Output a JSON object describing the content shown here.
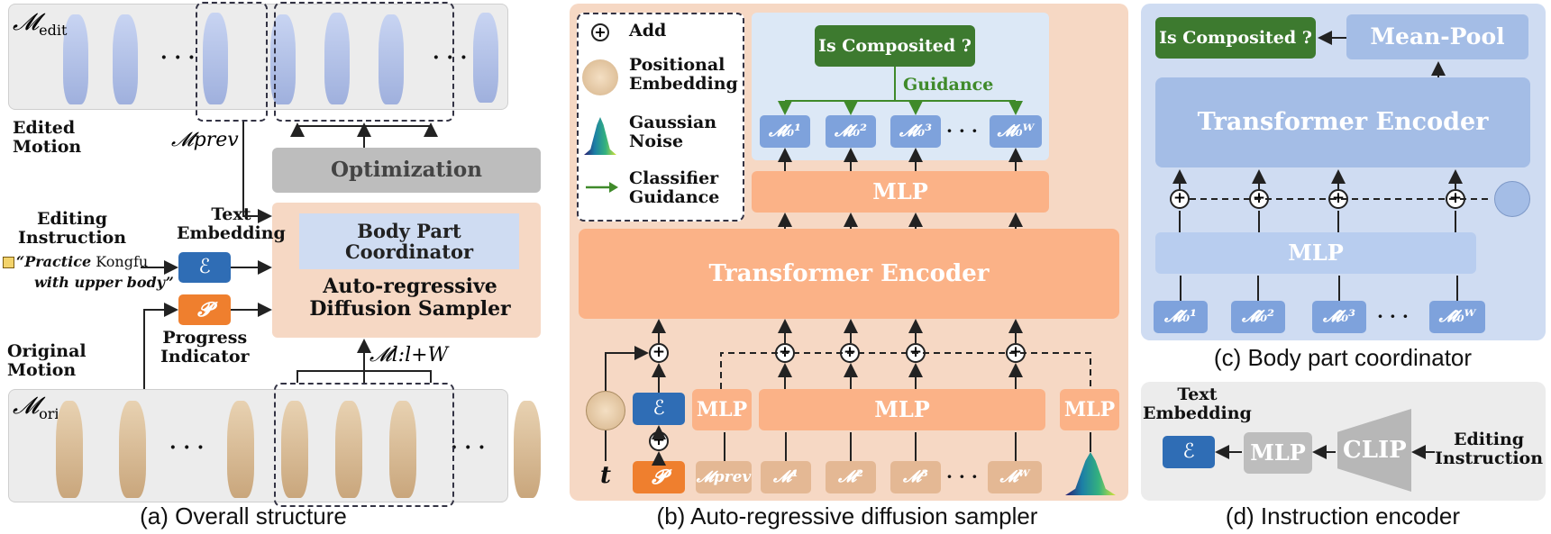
{
  "captions": {
    "a": "(a) Overall structure",
    "b": "(b) Auto-regressive diffusion sampler",
    "c": "(c) Body part coordinator",
    "d": "(d) Instruction encoder"
  },
  "panel_a": {
    "m_edit_label": "𝓜",
    "m_edit_sub": "edit",
    "edited_motion_label": "Edited\nMotion",
    "m_prev_label": "𝓜prev",
    "optimization": "Optimization",
    "text_embedding_label": "Text\nEmbedding",
    "editing_instruction_label": "Editing\nInstruction",
    "instruction_quote_1a": "“Practice",
    "instruction_quote_1b": " Kongfu",
    "instruction_quote_2": "with upper body”",
    "encoder_symbol": "ℰ",
    "progress_symbol": "𝓟",
    "progress_indicator_label": "Progress\nIndicator",
    "body_part_coordinator": "Body Part\nCoordinator",
    "sampler_label": "Auto-regressive\nDiffusion Sampler",
    "window_label": "𝓜l:l+W",
    "original_motion_label": "Original\nMotion",
    "m_ori_label": "𝓜",
    "m_ori_sub": "ori",
    "ellipsis": "· · ·"
  },
  "panel_b": {
    "legend_add": "Add",
    "legend_pos": "Positional\nEmbedding",
    "legend_noise": "Gaussian\nNoise",
    "legend_guidance": "Classifier\nGuidance",
    "is_composited": "Is Composited ?",
    "guidance_label": "Guidance",
    "outputs": [
      "𝓜̃₀¹",
      "𝓜̃₀²",
      "𝓜̃₀³",
      "𝓜̃₀ᵂ"
    ],
    "mlp_top": "MLP",
    "transformer": "Transformer Encoder",
    "mlp_left": "MLP",
    "mlp_mid": "MLP",
    "mlp_right": "MLP",
    "encoder_symbol": "ℰ",
    "progress_symbol": "𝓟",
    "t_label": "t",
    "inputs": [
      "𝓜prev",
      "𝓜¹",
      "𝓜²",
      "𝓜³",
      "𝓜ᵂ"
    ],
    "ellipsis": "· · ·"
  },
  "panel_c": {
    "is_composited": "Is Composited ?",
    "mean_pool": "Mean-Pool",
    "transformer": "Transformer Encoder",
    "mlp": "MLP",
    "inputs": [
      "𝓜̂₀¹",
      "𝓜̂₀²",
      "𝓜̂₀³",
      "𝓜̂₀ᵂ"
    ],
    "ellipsis": "· · ·"
  },
  "panel_d": {
    "text_embedding_label": "Text\nEmbedding",
    "encoder_symbol": "ℰ",
    "mlp": "MLP",
    "clip": "CLIP",
    "editing_instruction_label": "Editing\nInstruction"
  }
}
